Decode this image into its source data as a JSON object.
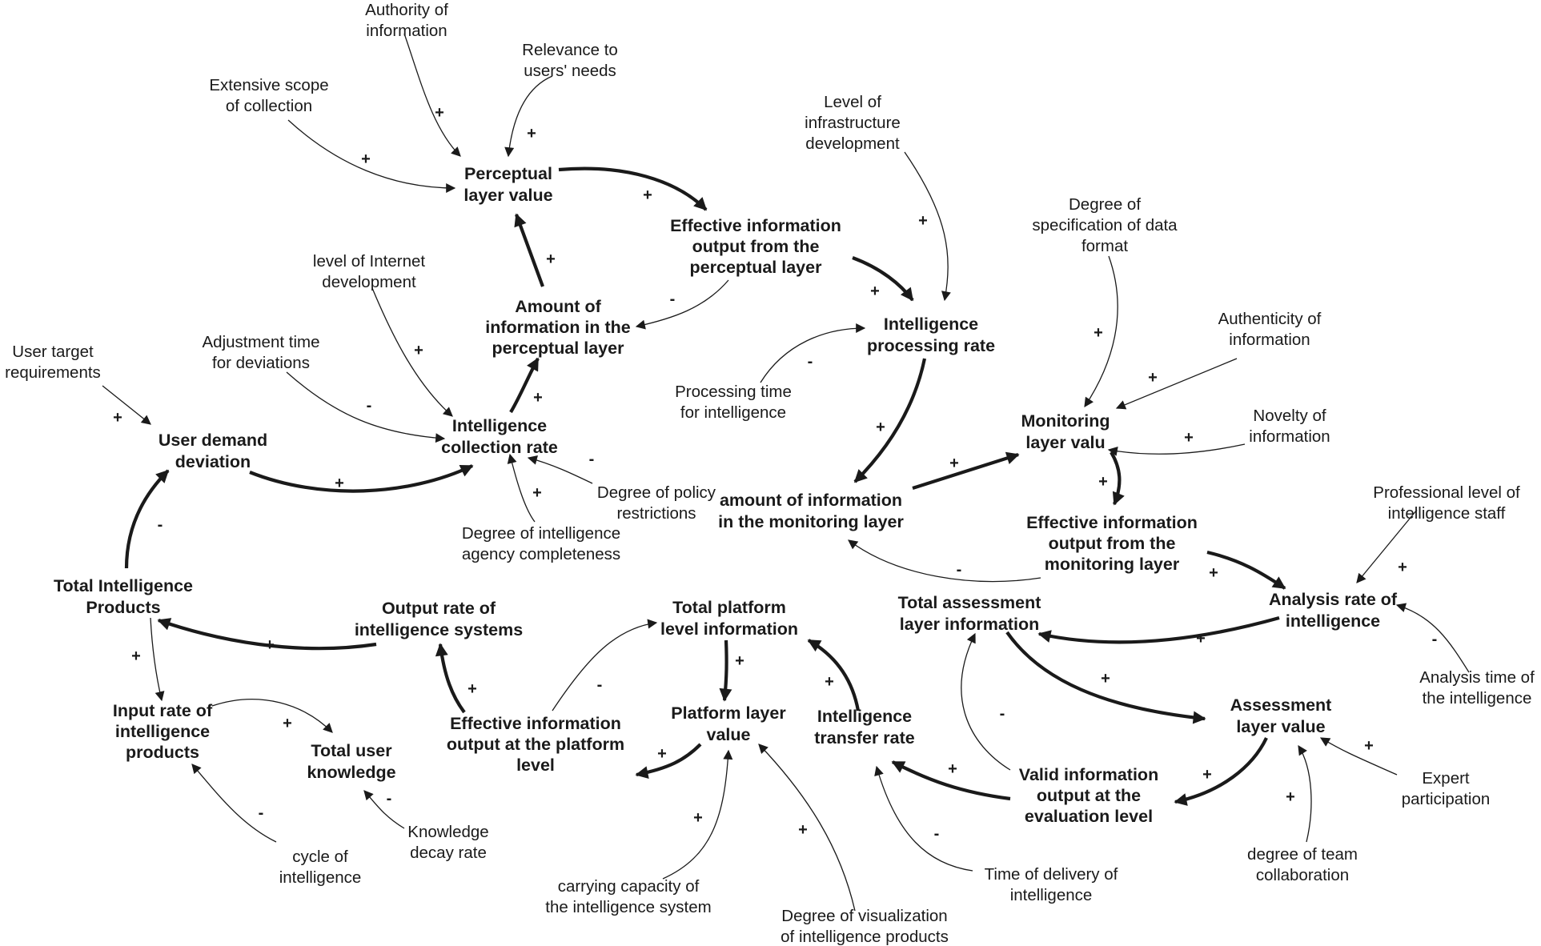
{
  "nodes": {
    "authority": [
      "Authority of",
      "information"
    ],
    "relevance": [
      "Relevance to",
      "users' needs"
    ],
    "extensive": [
      "Extensive scope",
      "of collection"
    ],
    "perceptual_value": [
      "Perceptual",
      "layer value"
    ],
    "effective_perceptual": [
      "Effective information",
      "output from the",
      "perceptual layer"
    ],
    "infra": [
      "Level of",
      "infrastructure",
      "development"
    ],
    "internet": [
      "level of Internet",
      "development"
    ],
    "amount_perceptual": [
      "Amount of",
      "information in the",
      "perceptual layer"
    ],
    "processing_rate": [
      "Intelligence",
      "processing rate"
    ],
    "spec_format": [
      "Degree of",
      "specification of data",
      "format"
    ],
    "authenticity": [
      "Authenticity of",
      "information"
    ],
    "user_target": [
      "User target",
      "requirements"
    ],
    "adjustment": [
      "Adjustment time",
      "for deviations"
    ],
    "processing_time": [
      "Processing time",
      "for intelligence"
    ],
    "user_demand": [
      "User demand",
      "deviation"
    ],
    "collection_rate": [
      "Intelligence",
      "collection rate"
    ],
    "monitoring_value": [
      "Monitoring",
      "layer valu"
    ],
    "novelty": [
      "Novelty of",
      "information"
    ],
    "policy": [
      "Degree of policy",
      "restrictions"
    ],
    "amount_monitoring": [
      "amount of information",
      "in the monitoring layer"
    ],
    "effective_monitoring": [
      "Effective information",
      "output from the",
      "monitoring layer"
    ],
    "professional": [
      "Professional level of",
      "intelligence staff"
    ],
    "agency": [
      "Degree of intelligence",
      "agency completeness"
    ],
    "total_products": [
      "Total Intelligence",
      "Products"
    ],
    "output_systems": [
      "Output rate of",
      "intelligence systems"
    ],
    "total_platform": [
      "Total platform",
      "level information"
    ],
    "total_assessment": [
      "Total assessment",
      "layer information"
    ],
    "analysis_rate": [
      "Analysis rate of",
      "intelligence"
    ],
    "analysis_time": [
      "Analysis time of",
      "the intelligence"
    ],
    "input_rate": [
      "Input rate of",
      "intelligence",
      "products"
    ],
    "effective_platform": [
      "Effective information",
      "output at the platform",
      "level"
    ],
    "platform_value": [
      "Platform layer",
      "value"
    ],
    "transfer_rate": [
      "Intelligence",
      "transfer rate"
    ],
    "assessment_value": [
      "Assessment",
      "layer value"
    ],
    "total_knowledge": [
      "Total user",
      "knowledge"
    ],
    "valid_output": [
      "Valid information",
      "output at the",
      "evaluation level"
    ],
    "expert": [
      "Expert",
      "participation"
    ],
    "knowledge_decay": [
      "Knowledge",
      "decay rate"
    ],
    "cycle": [
      "cycle of",
      "intelligence"
    ],
    "team": [
      "degree of team",
      "collaboration"
    ],
    "delivery": [
      "Time of delivery of",
      "intelligence"
    ],
    "carrying": [
      "carrying capacity of",
      "the intelligence system"
    ],
    "visualization": [
      "Degree of visualization",
      "of intelligence products"
    ]
  },
  "signs": {
    "plus": "+",
    "minus": "-"
  }
}
